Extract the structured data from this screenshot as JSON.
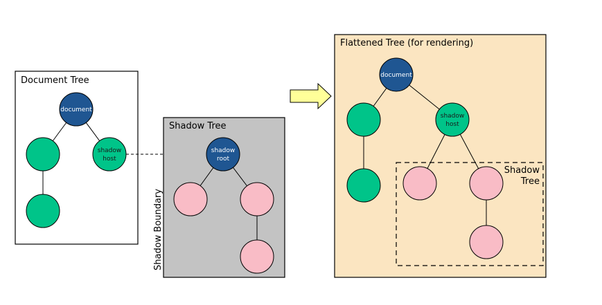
{
  "colors": {
    "document_node": "#1f5692",
    "element_node": "#00c489",
    "shadow_node": "#f9bcc6",
    "shadow_panel_bg": "#c3c3c3",
    "flat_panel_bg": "#fbe5c1",
    "arrow_fill": "#ffff99"
  },
  "document_tree": {
    "title": "Document Tree",
    "root": "document",
    "host_line1": "shadow",
    "host_line2": "host"
  },
  "shadow_tree": {
    "title": "Shadow Tree",
    "root_line1": "shadow",
    "root_line2": "root",
    "boundary_label": "Shadow Boundary"
  },
  "flattened_tree": {
    "title": "Flattened Tree (for rendering)",
    "root": "document",
    "host_line1": "shadow",
    "host_line2": "host",
    "shadow_region_line1": "Shadow",
    "shadow_region_line2": "Tree"
  }
}
